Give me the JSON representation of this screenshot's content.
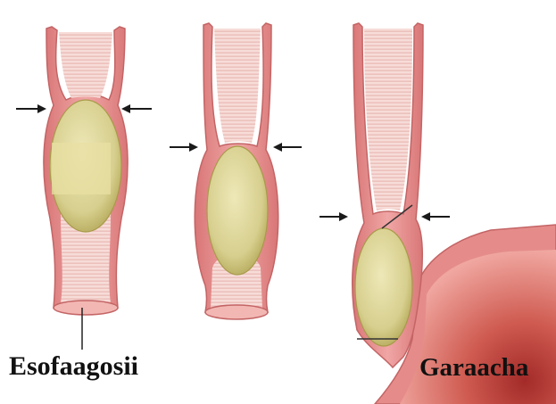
{
  "labels": {
    "esophagus": "Esofaagosii",
    "stomach": "Garaacha"
  },
  "stages": [
    {
      "id": "stage-1",
      "description_visible": false
    },
    {
      "id": "stage-2",
      "description_visible": false
    },
    {
      "id": "stage-3",
      "description_visible": false
    }
  ],
  "colors": {
    "tissue_outer": "#e28d8e",
    "tissue_light": "#f4c1bf",
    "lumen": "#f7dcd8",
    "lumen_stripe": "#e9b9b4",
    "bolus": "#ddd59a",
    "bolus_shadow": "#b9ad5c",
    "arrow": "#1a1a1a",
    "stomach_inner": "#c0463f"
  },
  "icons": [
    "constriction-arrow-icon"
  ]
}
